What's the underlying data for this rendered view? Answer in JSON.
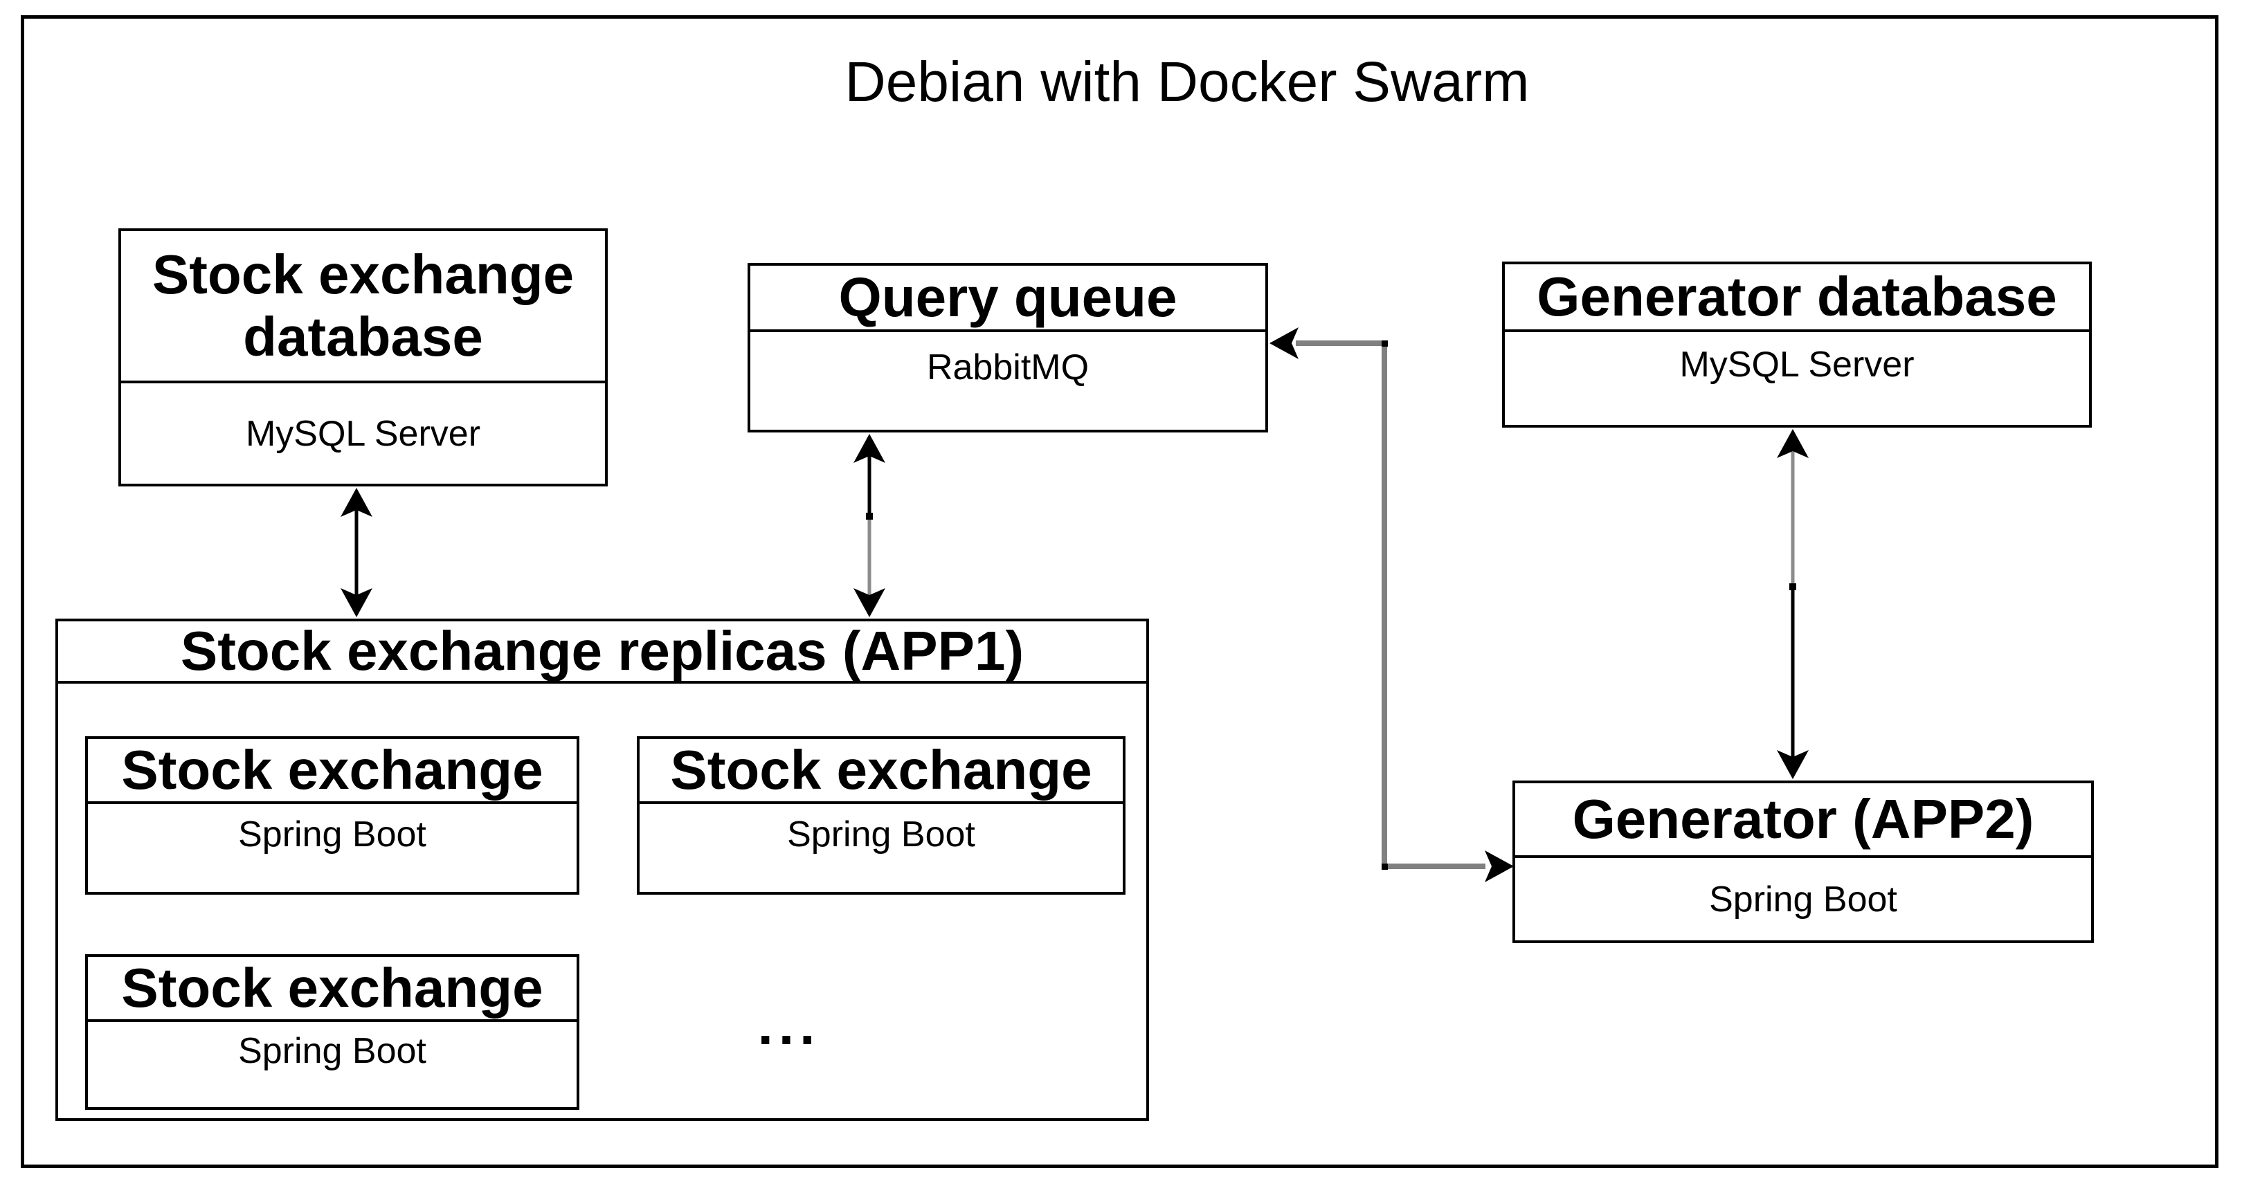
{
  "diagram": {
    "title": "Debian with Docker Swarm",
    "ellipsis": "..."
  },
  "nodes": {
    "stock_exchange_database": {
      "title": "Stock exchange database",
      "subtitle": "MySQL Server"
    },
    "query_queue": {
      "title": "Query queue",
      "subtitle": "RabbitMQ"
    },
    "generator_database": {
      "title": "Generator database",
      "subtitle": "MySQL Server"
    },
    "app1": {
      "title": "Stock exchange replicas (APP1)",
      "replicas": [
        {
          "title": "Stock exchange",
          "subtitle": "Spring Boot"
        },
        {
          "title": "Stock exchange",
          "subtitle": "Spring Boot"
        },
        {
          "title": "Stock exchange",
          "subtitle": "Spring Boot"
        }
      ]
    },
    "app2": {
      "title": "Generator (APP2)",
      "subtitle": "Spring Boot"
    }
  },
  "colors": {
    "text": "#000000",
    "border": "#000000",
    "connector_black": "#000000",
    "connector_gray": "#8c8c8c",
    "elbow_gray": "#808080",
    "background": "#ffffff"
  }
}
